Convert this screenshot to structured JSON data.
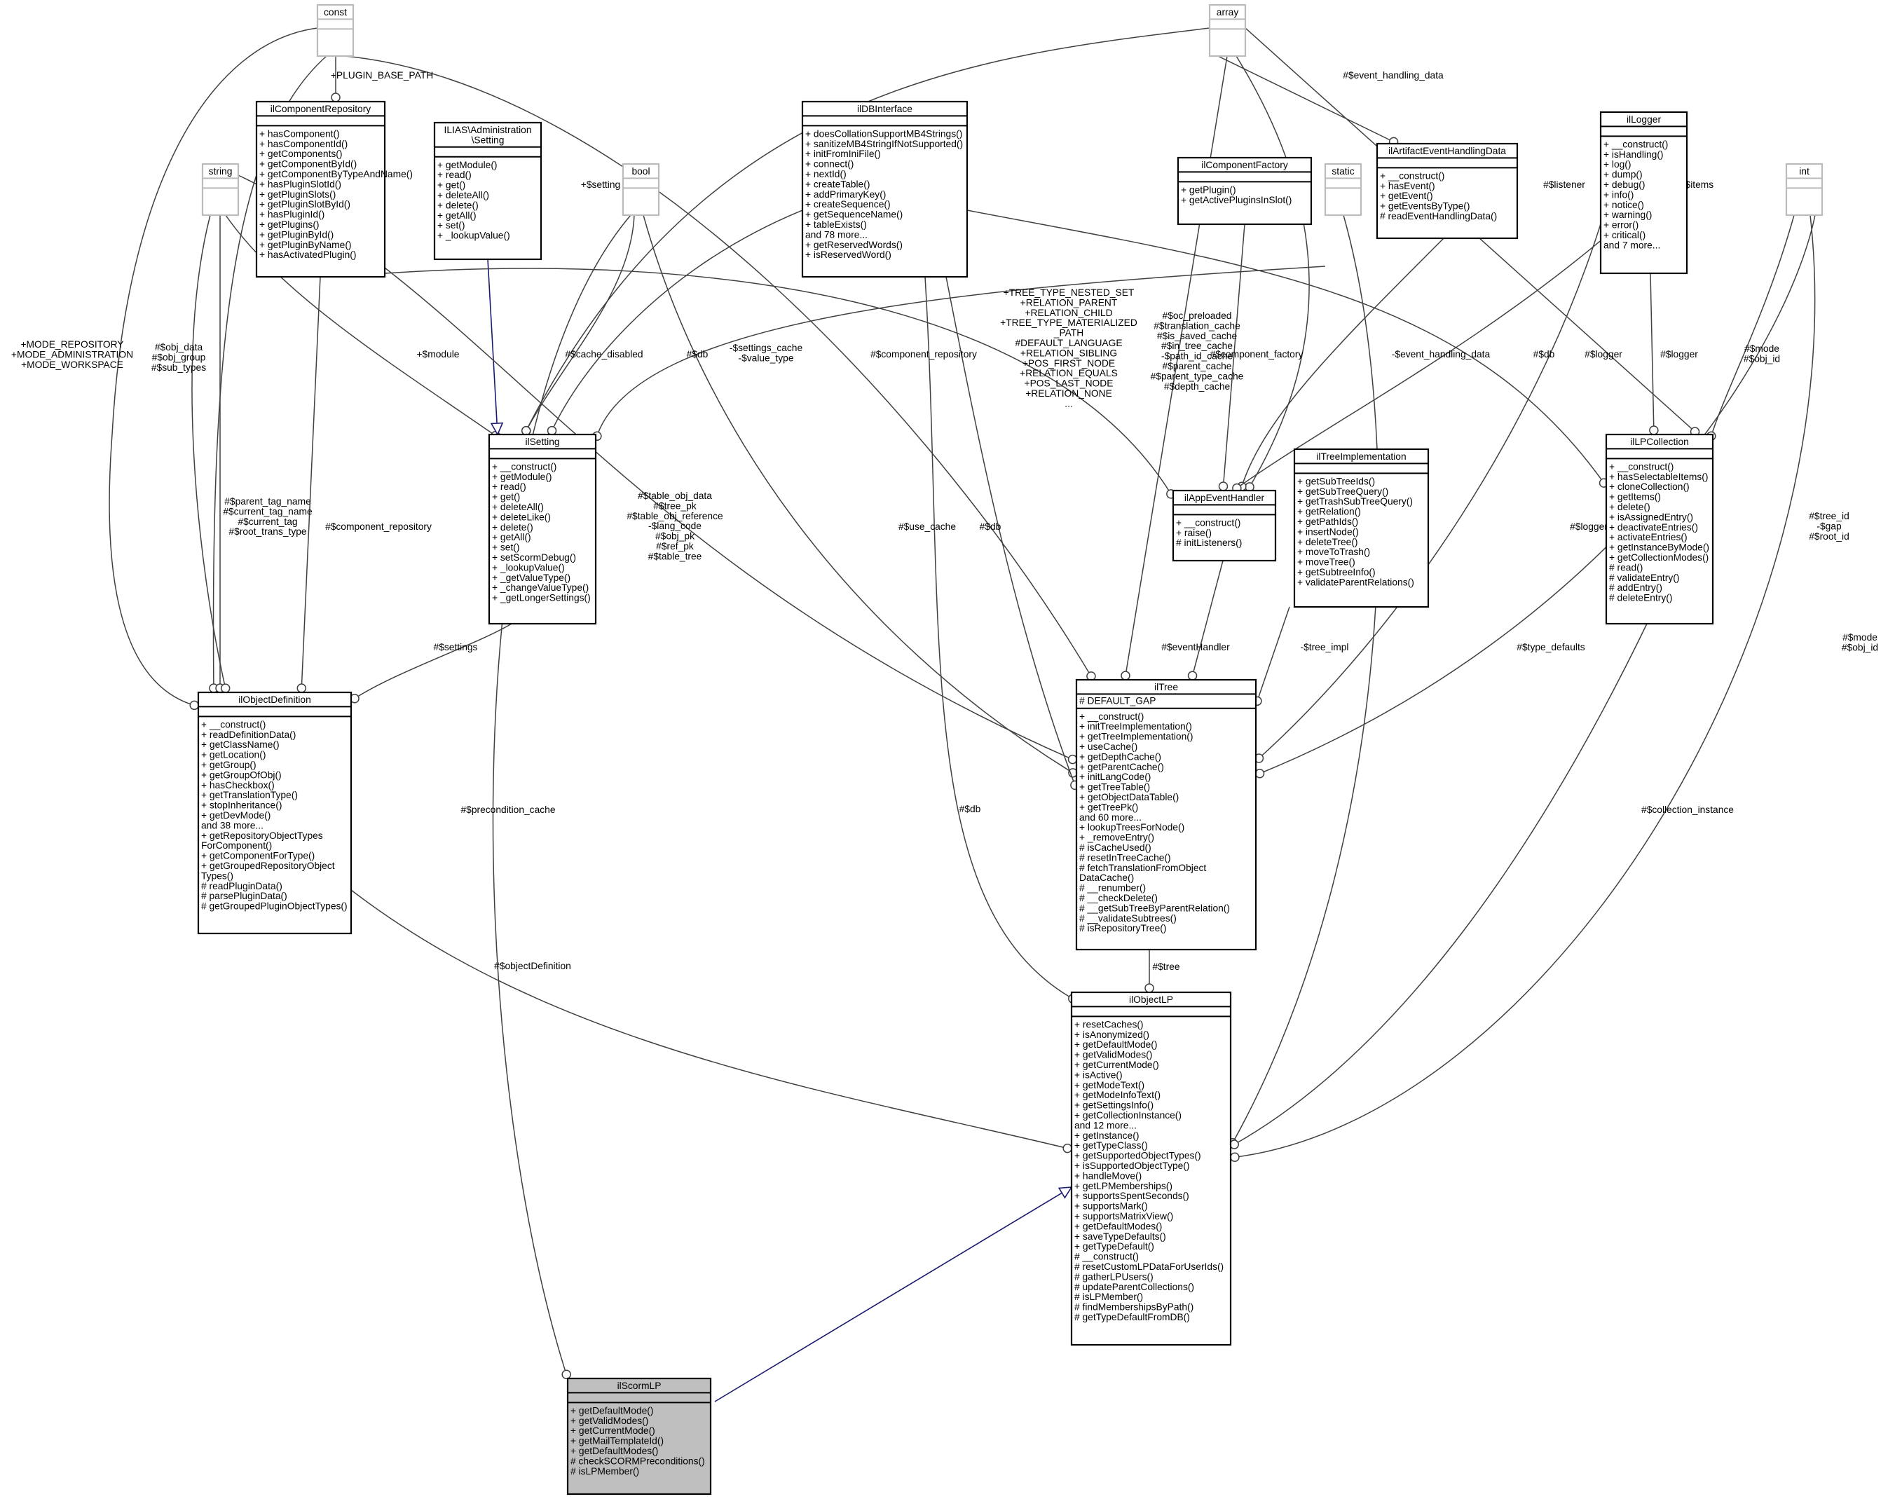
{
  "classes": [
    {
      "id": "const",
      "name": [
        "const"
      ],
      "attrs": [],
      "methods": [],
      "dim": true
    },
    {
      "id": "array",
      "name": [
        "array"
      ],
      "attrs": [],
      "methods": [],
      "dim": true
    },
    {
      "id": "string",
      "name": [
        "string"
      ],
      "attrs": [],
      "methods": [],
      "dim": true
    },
    {
      "id": "bool",
      "name": [
        "bool"
      ],
      "attrs": [],
      "methods": [],
      "dim": true
    },
    {
      "id": "static",
      "name": [
        "static"
      ],
      "attrs": [],
      "methods": [],
      "dim": true
    },
    {
      "id": "int",
      "name": [
        "int"
      ],
      "attrs": [],
      "methods": [],
      "dim": true
    },
    {
      "id": "ilComponentRepository",
      "name": [
        "ilComponentRepository"
      ],
      "attrs": [],
      "methods": [
        "+ hasComponent()",
        "+ hasComponentId()",
        "+ getComponents()",
        "+ getComponentById()",
        "+ getComponentByTypeAndName()",
        "+ hasPluginSlotId()",
        "+ getPluginSlots()",
        "+ getPluginSlotById()",
        "+ hasPluginId()",
        "+ getPlugins()",
        "+ getPluginById()",
        "+ getPluginByName()",
        "+ hasActivatedPlugin()"
      ]
    },
    {
      "id": "adminSetting",
      "name": [
        "ILIAS\\Administration",
        "\\Setting"
      ],
      "attrs": [],
      "methods": [
        "+ getModule()",
        "+ read()",
        "+ get()",
        "+ deleteAll()",
        "+ delete()",
        "+ getAll()",
        "+ set()",
        "+ _lookupValue()"
      ]
    },
    {
      "id": "ilDBInterface",
      "name": [
        "ilDBInterface"
      ],
      "attrs": [],
      "methods": [
        "+ doesCollationSupportMB4Strings()",
        "+ sanitizeMB4StringIfNotSupported()",
        "+ initFromIniFile()",
        "+ connect()",
        "+ nextId()",
        "+ createTable()",
        "+ addPrimaryKey()",
        "+ createSequence()",
        "+ getSequenceName()",
        "+ tableExists()",
        "and 78 more...",
        "+ getReservedWords()",
        "+ isReservedWord()"
      ]
    },
    {
      "id": "ilComponentFactory",
      "name": [
        "ilComponentFactory"
      ],
      "attrs": [],
      "methods": [
        "+ getPlugin()",
        "+ getActivePluginsInSlot()"
      ]
    },
    {
      "id": "ilArtifactEventHandlingData",
      "name": [
        "ilArtifactEventHandlingData"
      ],
      "attrs": [],
      "methods": [
        "+ __construct()",
        "+ hasEvent()",
        "+ getEvent()",
        "+ getEventsByType()",
        "# readEventHandlingData()"
      ]
    },
    {
      "id": "ilLogger",
      "name": [
        "ilLogger"
      ],
      "attrs": [],
      "methods": [
        "+ __construct()",
        "+ isHandling()",
        "+ log()",
        "+ dump()",
        "+ debug()",
        "+ info()",
        "+ notice()",
        "+ warning()",
        "+ error()",
        "+ critical()",
        "and 7 more..."
      ]
    },
    {
      "id": "ilSetting",
      "name": [
        "ilSetting"
      ],
      "attrs": [],
      "methods": [
        "+ __construct()",
        "+ getModule()",
        "+ read()",
        "+ get()",
        "+ deleteAll()",
        "+ deleteLike()",
        "+ delete()",
        "+ getAll()",
        "+ set()",
        "+ setScormDebug()",
        "+ _lookupValue()",
        "+ _getValueType()",
        "+ _changeValueType()",
        "+ _getLongerSettings()"
      ]
    },
    {
      "id": "ilTreeImplementation",
      "name": [
        "ilTreeImplementation"
      ],
      "attrs": [],
      "methods": [
        "+ getSubTreeIds()",
        "+ getSubTreeQuery()",
        "+ getTrashSubTreeQuery()",
        "+ getRelation()",
        "+ getPathIds()",
        "+ insertNode()",
        "+ deleteTree()",
        "+ moveToTrash()",
        "+ moveTree()",
        "+ getSubtreeInfo()",
        "+ validateParentRelations()"
      ]
    },
    {
      "id": "ilAppEventHandler",
      "name": [
        "ilAppEventHandler"
      ],
      "attrs": [],
      "methods": [
        "+ __construct()",
        "+ raise()",
        "# initListeners()"
      ]
    },
    {
      "id": "ilLPCollection",
      "name": [
        "ilLPCollection"
      ],
      "attrs": [],
      "methods": [
        "+ __construct()",
        "+ hasSelectableItems()",
        "+ cloneCollection()",
        "+ getItems()",
        "+ delete()",
        "+ isAssignedEntry()",
        "+ deactivateEntries()",
        "+ activateEntries()",
        "+ getInstanceByMode()",
        "+ getCollectionModes()",
        "# read()",
        "# validateEntry()",
        "# addEntry()",
        "# deleteEntry()"
      ]
    },
    {
      "id": "ilObjectDefinition",
      "name": [
        "ilObjectDefinition"
      ],
      "attrs": [],
      "methods": [
        "+ __construct()",
        "+ readDefinitionData()",
        "+ getClassName()",
        "+ getLocation()",
        "+ getGroup()",
        "+ getGroupOfObj()",
        "+ hasCheckbox()",
        "+ getTranslationType()",
        "+ stopInheritance()",
        "+ getDevMode()",
        "and 38 more...",
        "+ getRepositoryObjectTypes",
        "ForComponent()",
        "+ getComponentForType()",
        "+ getGroupedRepositoryObject",
        "Types()",
        "# readPluginData()",
        "# parsePluginData()",
        "# getGroupedPluginObjectTypes()"
      ]
    },
    {
      "id": "ilTree",
      "name": [
        "ilTree"
      ],
      "attrs": [
        "# DEFAULT_GAP"
      ],
      "methods": [
        "+ __construct()",
        "+ initTreeImplementation()",
        "+ getTreeImplementation()",
        "+ useCache()",
        "+ getDepthCache()",
        "+ getParentCache()",
        "+ initLangCode()",
        "+ getTreeTable()",
        "+ getObjectDataTable()",
        "+ getTreePk()",
        "and 60 more...",
        "+ lookupTreesForNode()",
        "+ _removeEntry()",
        "# isCacheUsed()",
        "# resetInTreeCache()",
        "# fetchTranslationFromObject",
        "DataCache()",
        "# __renumber()",
        "# __checkDelete()",
        "# __getSubTreeByParentRelation()",
        "# __validateSubtrees()",
        "# isRepositoryTree()"
      ]
    },
    {
      "id": "ilObjectLP",
      "name": [
        "ilObjectLP"
      ],
      "attrs": [],
      "methods": [
        "+ resetCaches()",
        "+ isAnonymized()",
        "+ getDefaultMode()",
        "+ getValidModes()",
        "+ getCurrentMode()",
        "+ isActive()",
        "+ getModeText()",
        "+ getModeInfoText()",
        "+ getSettingsInfo()",
        "+ getCollectionInstance()",
        "and 12 more...",
        "+ getInstance()",
        "+ getTypeClass()",
        "+ getSupportedObjectTypes()",
        "+ isSupportedObjectType()",
        "+ handleMove()",
        "+ getLPMemberships()",
        "+ supportsSpentSeconds()",
        "+ supportsMark()",
        "+ supportsMatrixView()",
        "+ getDefaultModes()",
        "+ saveTypeDefaults()",
        "+ getTypeDefault()",
        "# __construct()",
        "# resetCustomLPDataForUserIds()",
        "# gatherLPUsers()",
        "# updateParentCollections()",
        "# isLPMember()",
        "# findMembershipsByPath()",
        "# getTypeDefaultFromDB()"
      ]
    },
    {
      "id": "ilScormLP",
      "name": [
        "ilScormLP"
      ],
      "attrs": [],
      "methods": [
        "+ getDefaultMode()",
        "+ getValidModes()",
        "+ getCurrentMode()",
        "+ getMailTemplateId()",
        "+ getDefaultModes()",
        "# checkSCORMPreconditions()",
        "# isLPMember()"
      ],
      "highlight": true
    }
  ],
  "edge_labels": [
    {
      "id": "plugin-base-path",
      "lines": [
        "+PLUGIN_BASE_PATH"
      ]
    },
    {
      "id": "mode-consts",
      "lines": [
        "+MODE_REPOSITORY",
        "+MODE_ADMINISTRATION",
        "+MODE_WORKSPACE"
      ]
    },
    {
      "id": "obj-data",
      "lines": [
        "#$obj_data",
        "#$obj_group",
        "#$sub_types"
      ]
    },
    {
      "id": "setting-prop",
      "lines": [
        "+$setting"
      ]
    },
    {
      "id": "module",
      "lines": [
        "+$module"
      ]
    },
    {
      "id": "cache-disabled",
      "lines": [
        "#$cache_disabled"
      ]
    },
    {
      "id": "setting-db",
      "lines": [
        "#$db"
      ]
    },
    {
      "id": "settings-cache",
      "lines": [
        "-$settings_cache",
        "-$value_type"
      ]
    },
    {
      "id": "component-repo-1",
      "lines": [
        "#$component_repository"
      ]
    },
    {
      "id": "tree-consts",
      "lines": [
        "+TREE_TYPE_NESTED_SET",
        "+RELATION_PARENT",
        "+RELATION_CHILD",
        "+TREE_TYPE_MATERIALIZED",
        "_PATH",
        "#DEFAULT_LANGUAGE",
        "+RELATION_SIBLING",
        "+POS_FIRST_NODE",
        "+RELATION_EQUALS",
        "+POS_LAST_NODE",
        "+RELATION_NONE",
        "..."
      ]
    },
    {
      "id": "tree-caches",
      "lines": [
        "#$oc_preloaded",
        "#$translation_cache",
        "#$is_saved_cache",
        "#$in_tree_cache",
        "-$path_id_cache",
        "#$parent_cache",
        "#$parent_type_cache",
        "#$depth_cache"
      ]
    },
    {
      "id": "event-handling-data",
      "lines": [
        "#$event_handling_data"
      ]
    },
    {
      "id": "listener",
      "lines": [
        "#$listener"
      ]
    },
    {
      "id": "items",
      "lines": [
        "#$items"
      ]
    },
    {
      "id": "component-factory",
      "lines": [
        "#$component_factory"
      ]
    },
    {
      "id": "event-handling-data-2",
      "lines": [
        "-$event_handling_data"
      ]
    },
    {
      "id": "collection-db",
      "lines": [
        "#$db"
      ]
    },
    {
      "id": "event-logger",
      "lines": [
        "#$logger"
      ]
    },
    {
      "id": "collection-logger",
      "lines": [
        "#$logger"
      ]
    },
    {
      "id": "collection-mode",
      "lines": [
        "#$mode",
        "#$obj_id"
      ]
    },
    {
      "id": "tag-names",
      "lines": [
        "#$parent_tag_name",
        "#$current_tag_name",
        "#$current_tag",
        "#$root_trans_type"
      ]
    },
    {
      "id": "component-repo-2",
      "lines": [
        "#$component_repository"
      ]
    },
    {
      "id": "settings",
      "lines": [
        "#$settings"
      ]
    },
    {
      "id": "table-obj-data",
      "lines": [
        "#$table_obj_data",
        "#$tree_pk",
        "#$table_obj_reference",
        "-$lang_code",
        "#$obj_pk",
        "#$ref_pk",
        "#$table_tree"
      ]
    },
    {
      "id": "use-cache",
      "lines": [
        "#$use_cache"
      ]
    },
    {
      "id": "tree-db",
      "lines": [
        "#$db"
      ]
    },
    {
      "id": "event-handler",
      "lines": [
        "#$eventHandler"
      ]
    },
    {
      "id": "tree-impl",
      "lines": [
        "-$tree_impl"
      ]
    },
    {
      "id": "tree-logger",
      "lines": [
        "#$logger"
      ]
    },
    {
      "id": "type-defaults",
      "lines": [
        "#$type_defaults"
      ]
    },
    {
      "id": "tree-gap",
      "lines": [
        "#$tree_id",
        "-$gap",
        "#$root_id"
      ]
    },
    {
      "id": "lp-mode",
      "lines": [
        "#$mode",
        "#$obj_id"
      ]
    },
    {
      "id": "precondition-cache",
      "lines": [
        "#$precondition_cache"
      ]
    },
    {
      "id": "lp-db",
      "lines": [
        "#$db"
      ]
    },
    {
      "id": "collection-instance",
      "lines": [
        "#$collection_instance"
      ]
    },
    {
      "id": "object-definition",
      "lines": [
        "#$objectDefinition"
      ]
    },
    {
      "id": "tree",
      "lines": [
        "#$tree"
      ]
    }
  ]
}
